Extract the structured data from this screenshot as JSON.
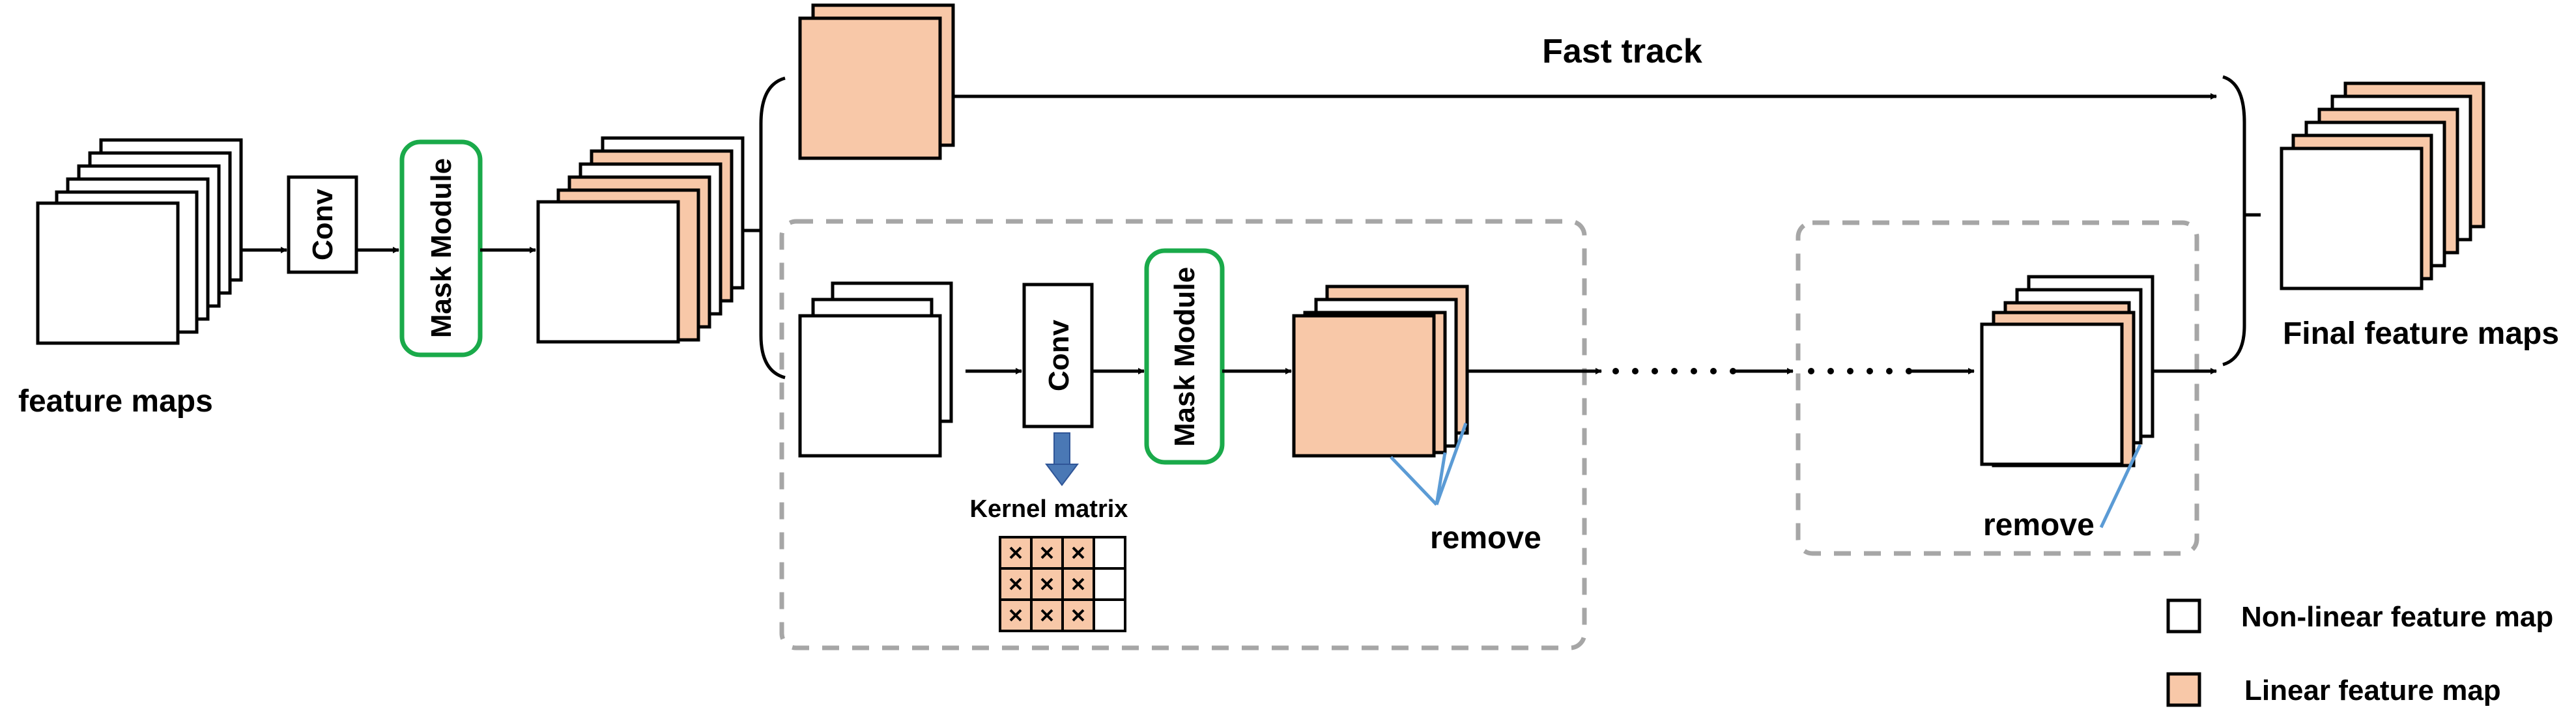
{
  "diagram": {
    "labels": {
      "fast_track": "Fast track",
      "feature_maps": "feature maps",
      "final_feature_maps": "Final feature maps",
      "kernel_matrix": "Kernel matrix",
      "remove": "remove",
      "conv": "Conv",
      "mask_module": "Mask Module"
    },
    "legend": [
      {
        "label": "Non-linear feature map",
        "color": "#ffffff"
      },
      {
        "label": "Linear feature map",
        "color": "#f8c8a8"
      }
    ],
    "colors": {
      "linear_fill": "#f8c8a8",
      "nonlinear_fill": "#ffffff",
      "mask_module_border": "#1aaa4a",
      "dashed_box": "#a6a6a6",
      "remove_line": "#5b9bd5",
      "down_arrow": "#4a78b5"
    }
  }
}
